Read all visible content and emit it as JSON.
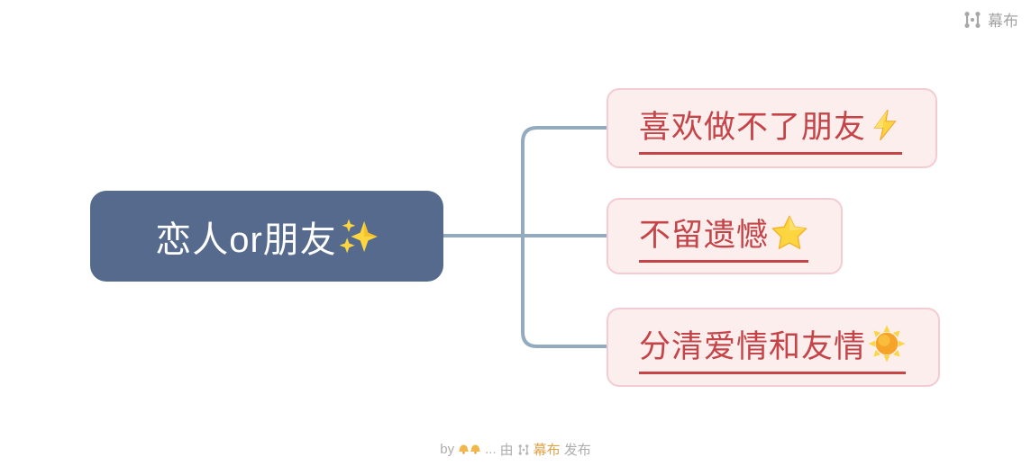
{
  "page": {
    "background": "#ffffff",
    "type": "mindmap"
  },
  "brand": {
    "name": "幕布",
    "logo_icon": "mubu-logo",
    "text_color": "#a3a3a3"
  },
  "mindmap": {
    "root": {
      "text": "恋人or朋友",
      "emoji": "✨",
      "emoji_name": "sparkles",
      "background": "#556a8c",
      "text_color": "#ffffff"
    },
    "branches": [
      {
        "text": "喜欢做不了朋友",
        "emoji": "⚡",
        "emoji_name": "lightning-bolt"
      },
      {
        "text": "不留遗憾",
        "emoji": "⭐",
        "emoji_name": "star"
      },
      {
        "text": "分清爱情和友情",
        "emoji": "☀️",
        "emoji_name": "sun"
      }
    ],
    "branch_style": {
      "background": "#fdeeee",
      "border_color": "#f3ccd3",
      "text_color": "#c54448",
      "underlined": true
    },
    "connector_color": "#94aabf"
  },
  "footer": {
    "by_label": "by",
    "author_emoji": "🔔🔔",
    "ellipsis": "...",
    "via_label": "由",
    "brand_name": "幕布",
    "publish_label": "发布"
  }
}
